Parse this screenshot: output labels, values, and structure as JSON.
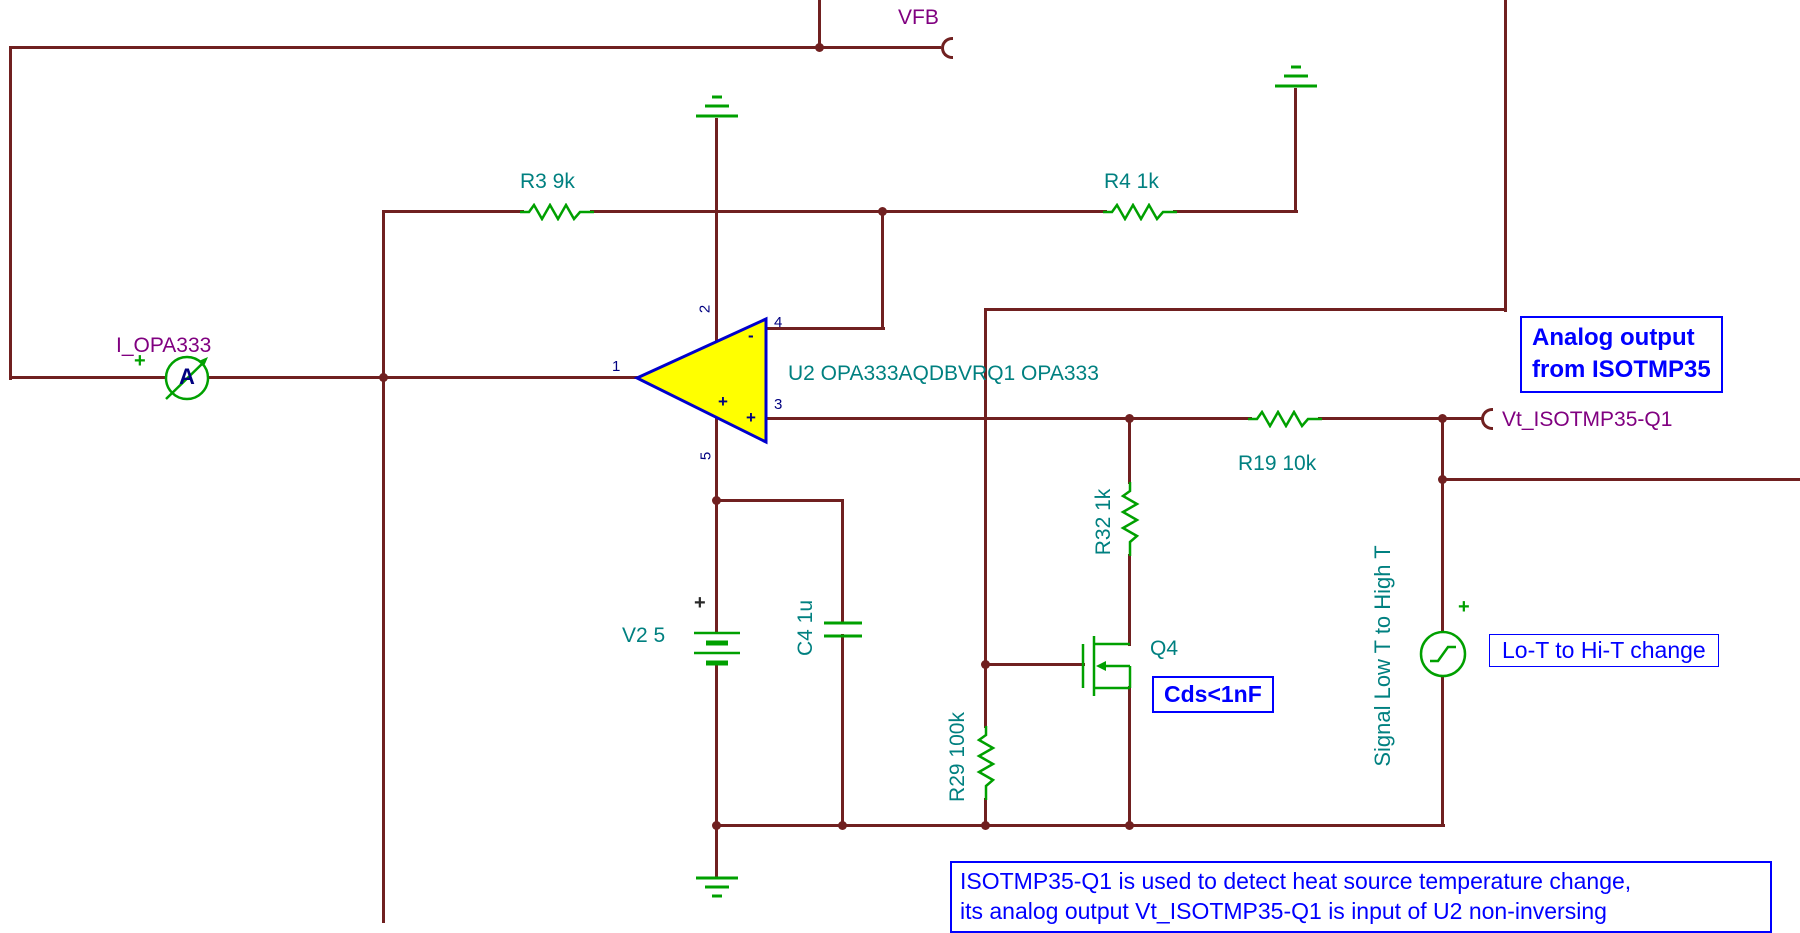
{
  "colors": {
    "wire": "#702020",
    "component": "#00a000",
    "component_label": "#008080",
    "net_label": "#800080",
    "annotation": "#0000ff",
    "opamp_fill": "#ffff00",
    "opamp_border": "#0000cc",
    "pin_number": "#000080"
  },
  "nets": {
    "vfb": "VFB",
    "i_opa333": "I_OPA333",
    "vt": "Vt_ISOTMP35-Q1"
  },
  "components": {
    "r3": "R3 9k",
    "r4": "R4 1k",
    "r19": "R19 10k",
    "r32": "R32 1k",
    "r29": "R29 100k",
    "c4": "C4 1u",
    "v2": "V2 5",
    "q4": "Q4",
    "u2": "U2 OPA333AQDBVRQ1 OPA333",
    "ammeter_letter": "A",
    "signal_note": "Signal Low T to High T"
  },
  "opamp_pins": {
    "out": "1",
    "vplus": "2",
    "inp": "3",
    "inn": "4",
    "vminus": "5",
    "minus_sign": "-",
    "plus_sign": "+"
  },
  "polarity": {
    "plus": "+"
  },
  "annotations": {
    "analog_output": {
      "line1": "Analog output",
      "line2": "from ISOTMP35"
    },
    "lot_change": "Lo-T to Hi-T change",
    "cds": "Cds<1nF",
    "note": {
      "line1": "ISOTMP35-Q1 is used to detect heat source temperature change,",
      "line2": "its analog output Vt_ISOTMP35-Q1 is input of U2 non-inversing"
    }
  }
}
